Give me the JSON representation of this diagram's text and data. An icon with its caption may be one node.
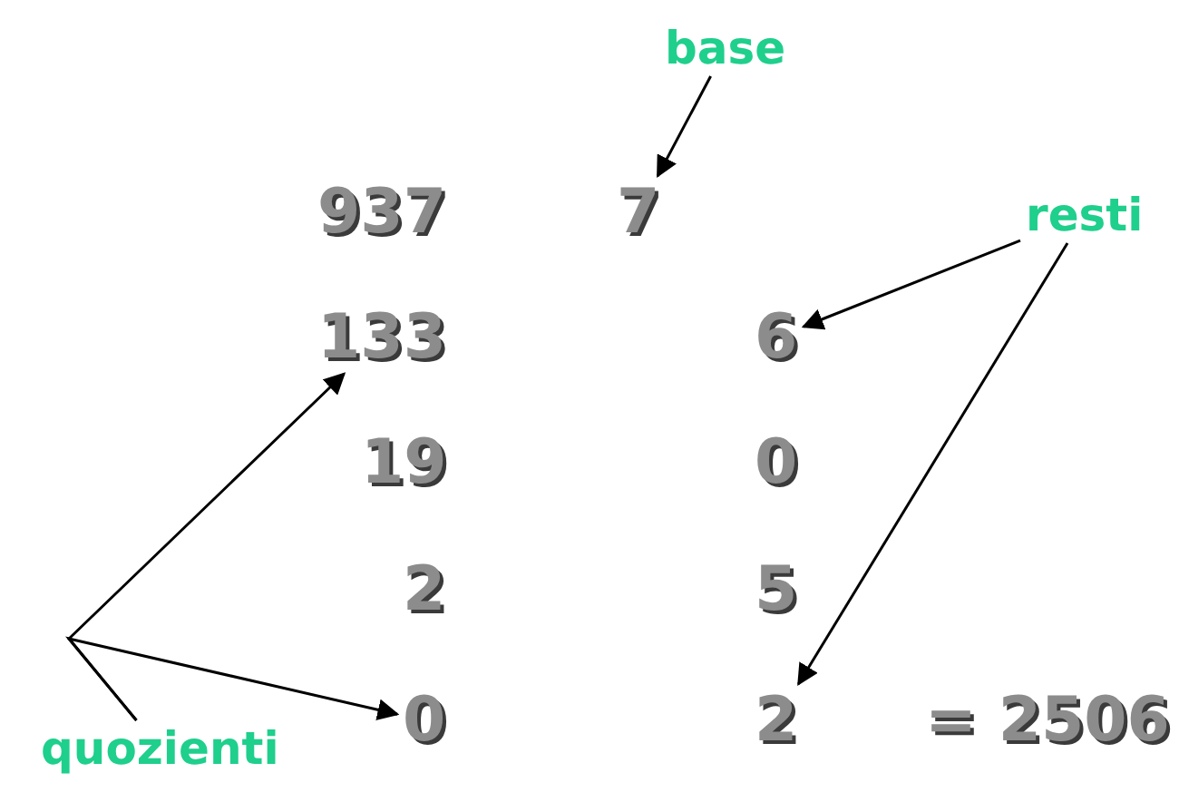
{
  "diagram": {
    "nodes": [
      {
        "text": [
          "base"
        ]
      },
      {
        "text": [
          "937"
        ]
      },
      {
        "text": [
          "7"
        ]
      },
      {
        "text": [
          "resti"
        ]
      },
      {
        "text": [
          "133"
        ]
      },
      {
        "text": [
          "6"
        ]
      },
      {
        "text": [
          "19"
        ]
      },
      {
        "text": [
          "0"
        ]
      },
      {
        "text": [
          "2"
        ]
      },
      {
        "text": [
          "5"
        ]
      },
      {
        "text": [
          "quozienti"
        ]
      },
      {
        "text": [
          "0"
        ]
      },
      {
        "text": [
          "2"
        ]
      }
    ],
    "edges": [
      {
        "from": 0,
        "to": 2,
        "arrow": "to"
      },
      {
        "from": 3,
        "to": 5,
        "arrow": "to"
      },
      {
        "from": 3,
        "to": 12,
        "arrow": "to"
      },
      {
        "from": 10,
        "to": 4,
        "arrow": "to"
      },
      {
        "from": 10,
        "to": 11,
        "arrow": "to"
      }
    ],
    "labels": [
      "= 2506"
    ]
  }
}
